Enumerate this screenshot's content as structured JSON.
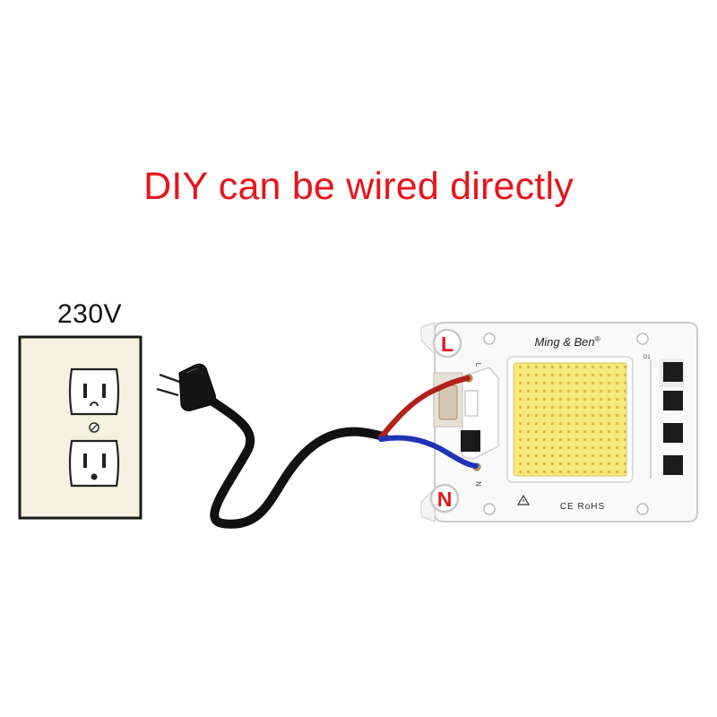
{
  "headline": "DIY can be wired directly",
  "outlet": {
    "voltage_label": "230V"
  },
  "chip": {
    "brand": "Ming & Ben",
    "trademark": "®",
    "certifications": "CE RoHS",
    "terminal_live": "L",
    "terminal_neutral": "N",
    "pin_live": "L",
    "pin_neutral": "N",
    "part_ref": "D1"
  },
  "colors": {
    "headline": "#e8141b",
    "live_wire": "#b32018",
    "neutral_wire": "#1f33b8",
    "cord": "#111111",
    "led_panel": "#f3e87a",
    "outlet_plate": "#f6f1df"
  }
}
